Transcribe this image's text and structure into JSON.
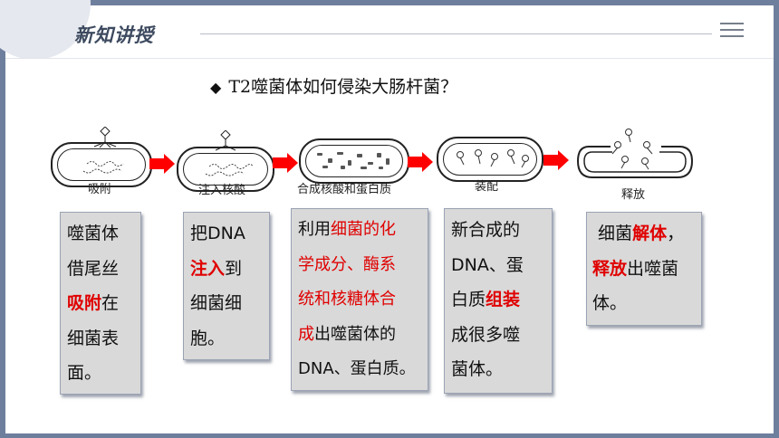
{
  "header": {
    "title": "新知讲授"
  },
  "question": {
    "diamond": "◆",
    "text": "T2噬菌体如何侵染大肠杆菌？"
  },
  "stages": [
    {
      "label": "吸附"
    },
    {
      "label": "注入核酸"
    },
    {
      "label": "合成核酸和蛋白质"
    },
    {
      "label": "装配"
    },
    {
      "label": "释放"
    }
  ],
  "boxes": {
    "b1": {
      "l1": "噬菌体",
      "l2": "借尾丝",
      "l3a": "吸附",
      "l3b": "在",
      "l4": "细菌表",
      "l5": "面。"
    },
    "b2": {
      "l1": "把DNA",
      "l2a": "注入",
      "l2b": "到",
      "l3": "细菌细",
      "l4": "胞。"
    },
    "b3": {
      "l1a": "利用",
      "l1b": "细菌的化",
      "l2": "学成分、酶系",
      "l3": "统和核糖体合",
      "l4a": "成",
      "l4b": "出噬菌体的",
      "l5": "DNA、蛋白质。"
    },
    "b4": {
      "l1": "新合成的",
      "l2": "DNA、蛋",
      "l3a": "白质",
      "l3b": "组装",
      "l4": "成很多噬",
      "l5": "菌体。"
    },
    "b5": {
      "l1a": "细菌",
      "l1b": "解体",
      "l1c": "，",
      "l2a": "释放",
      "l2b": "出噬菌",
      "l3": "体。"
    }
  },
  "colors": {
    "accent_red": "#e00000",
    "arrow_red": "#ff0000",
    "frame": "#6e7f9d"
  }
}
